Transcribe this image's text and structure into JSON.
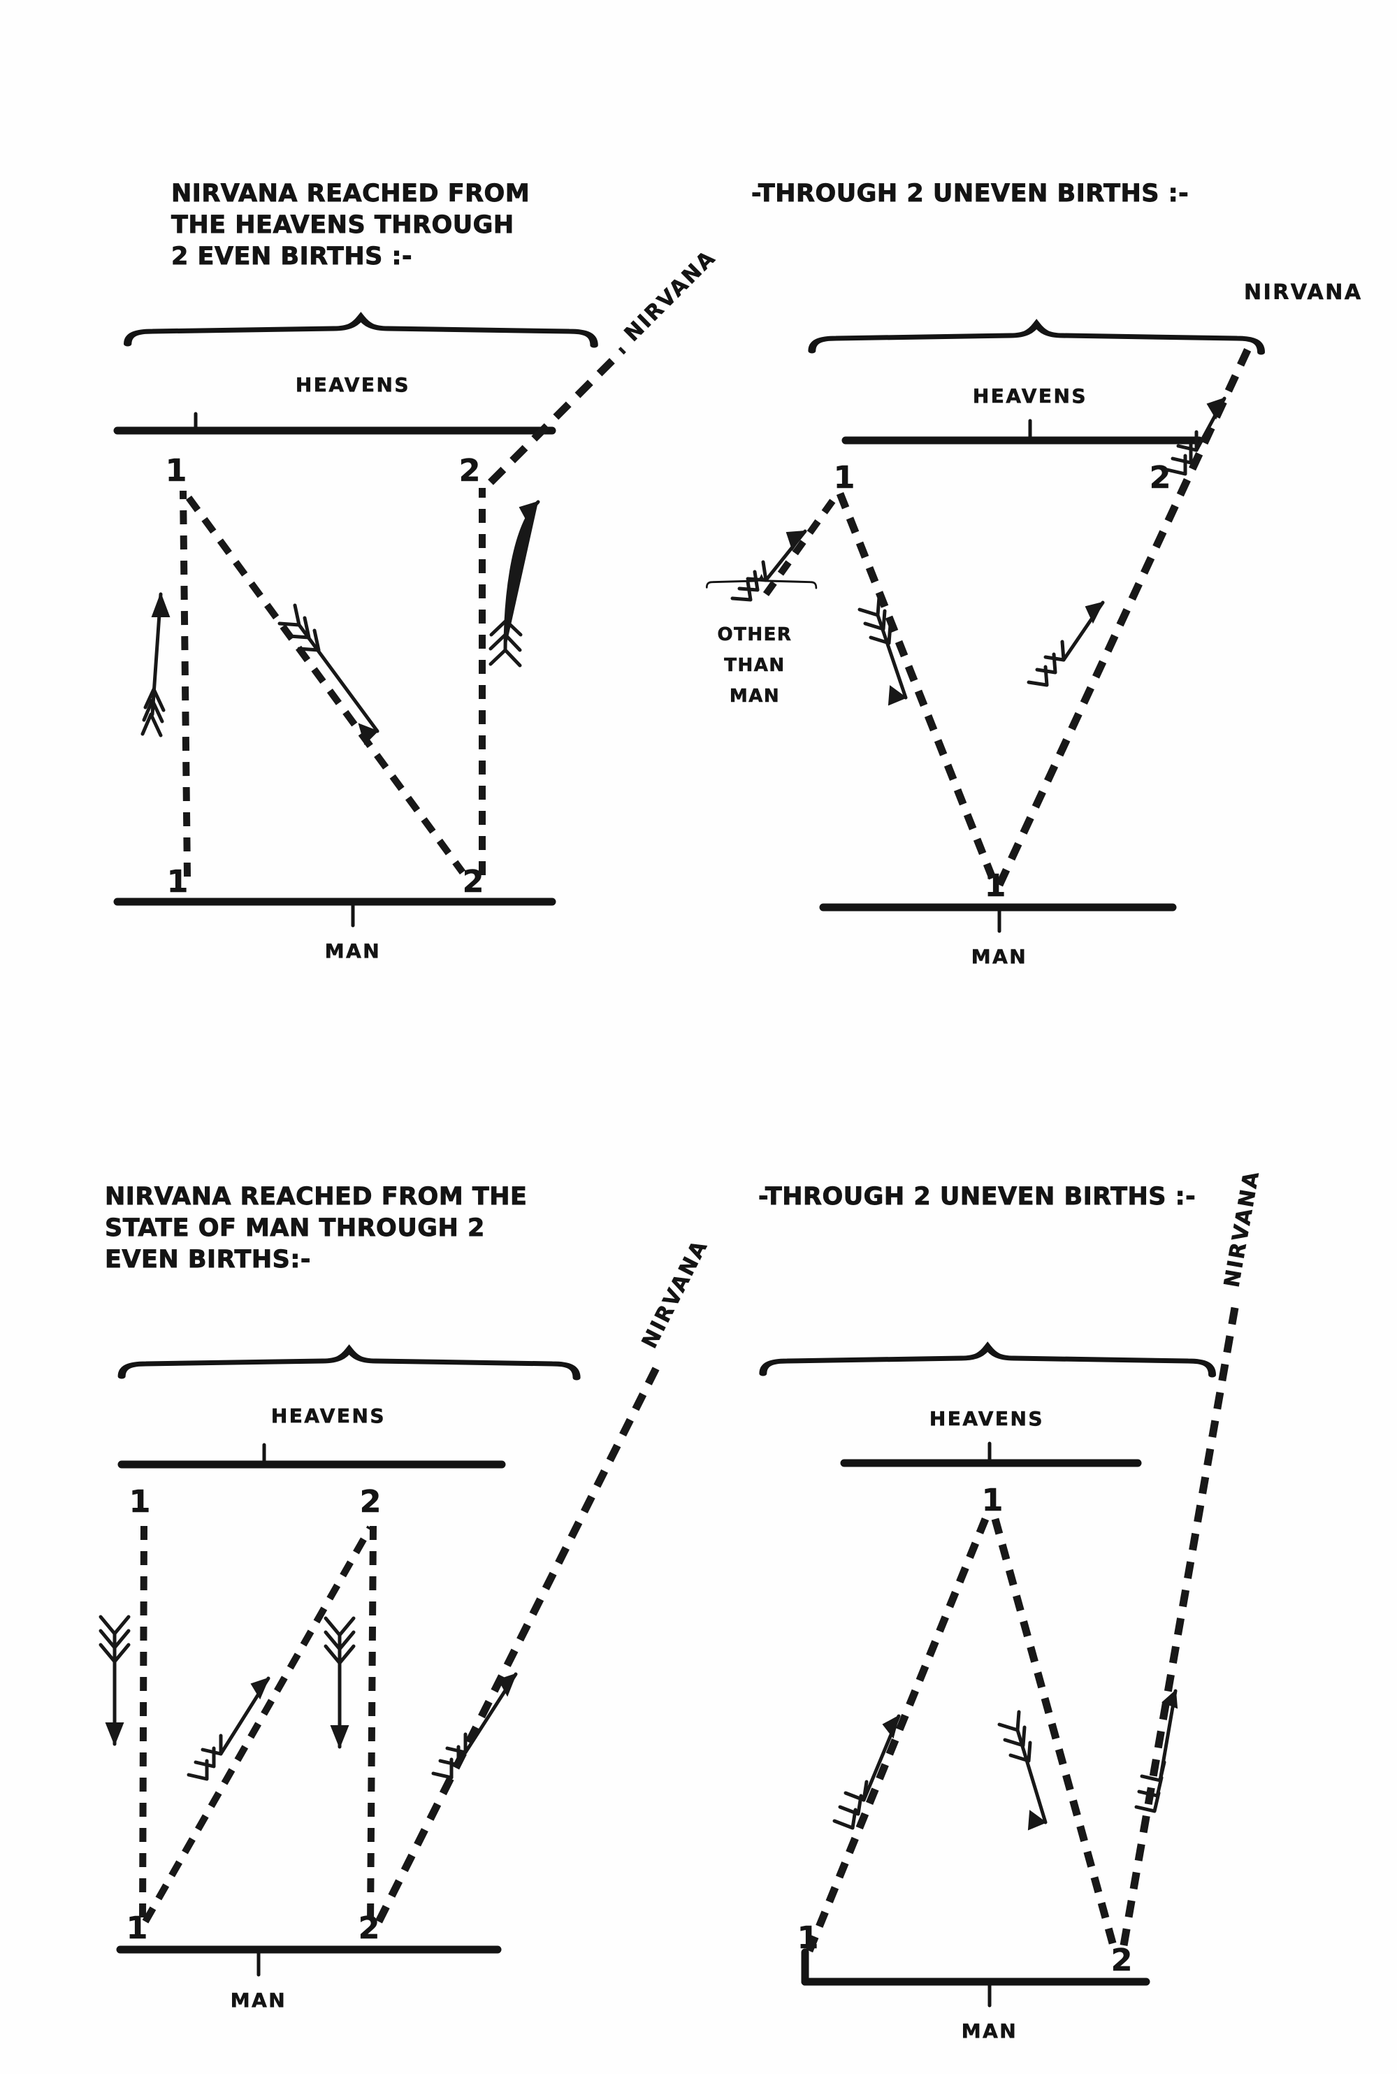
{
  "document": {
    "kind": "hand-lettered diagram sheet",
    "background_color": "#ffffff",
    "ink_color": "#141414",
    "panel_count": 4
  },
  "labels": {
    "heavens": "HEAVENS",
    "man": "MAN",
    "nirvana": "NIRVANA",
    "other_than_man": "OTHER\nTHAN\nMAN",
    "other_than_man_lines": [
      "OTHER",
      "THAN",
      "MAN"
    ],
    "num_one": "1",
    "num_two": "2"
  },
  "panels": [
    {
      "id": "panel-1",
      "title": "NIRVANA REACHED FROM\nTHE HEAVENS THROUGH\n2 EVEN BIRTHS :-",
      "title_lines": [
        "NIRVANA REACHED FROM",
        "THE HEAVENS THROUGH",
        "2 EVEN BIRTHS :-"
      ],
      "bands": [
        "HEAVENS",
        "MAN"
      ],
      "nirvana_label": "NIRVANA",
      "heaven_markers": [
        "1",
        "2"
      ],
      "man_markers": [
        "1",
        "2"
      ],
      "path_description": "man-1 rises to heaven-1, descends to man-2, rises to heaven-2, then departs to nirvana",
      "arrow_directions": [
        "up",
        "down",
        "up"
      ]
    },
    {
      "id": "panel-2",
      "title": "-THROUGH 2 UNEVEN BIRTHS :-",
      "title_lines": [
        "-THROUGH 2 UNEVEN BIRTHS :-"
      ],
      "bands": [
        "HEAVENS",
        "MAN"
      ],
      "nirvana_label": "NIRVANA",
      "extra_band": "OTHER THAN MAN",
      "heaven_markers": [
        "1",
        "2"
      ],
      "man_markers": [
        "1"
      ],
      "path_description": "other-than-man rises to heaven-1, descends to man-1, rises through heaven-2 onward to nirvana",
      "arrow_directions": [
        "up",
        "down",
        "up",
        "up"
      ]
    },
    {
      "id": "panel-3",
      "title": "NIRVANA REACHED FROM THE\nSTATE OF MAN THROUGH 2\nEVEN BIRTHS:-",
      "title_lines": [
        "NIRVANA REACHED FROM THE",
        "STATE OF MAN THROUGH 2",
        "EVEN BIRTHS:-"
      ],
      "bands": [
        "HEAVENS",
        "MAN"
      ],
      "nirvana_label": "NIRVANA",
      "heaven_markers": [
        "1",
        "2"
      ],
      "man_markers": [
        "1",
        "2"
      ],
      "path_description": "heaven-1 descends to man-1, rises to heaven-2, descends to man-2, then rises to nirvana",
      "arrow_directions": [
        "down",
        "up",
        "down",
        "up"
      ]
    },
    {
      "id": "panel-4",
      "title": "-THROUGH 2 UNEVEN BIRTHS :-",
      "title_lines": [
        "-THROUGH 2 UNEVEN BIRTHS :-"
      ],
      "bands": [
        "HEAVENS",
        "MAN"
      ],
      "nirvana_label": "NIRVANA",
      "heaven_markers": [
        "1"
      ],
      "man_markers": [
        "1",
        "2"
      ],
      "path_description": "man-1 rises to heaven-1, descends to man-2, then rises to nirvana",
      "arrow_directions": [
        "up",
        "down",
        "up"
      ]
    }
  ]
}
